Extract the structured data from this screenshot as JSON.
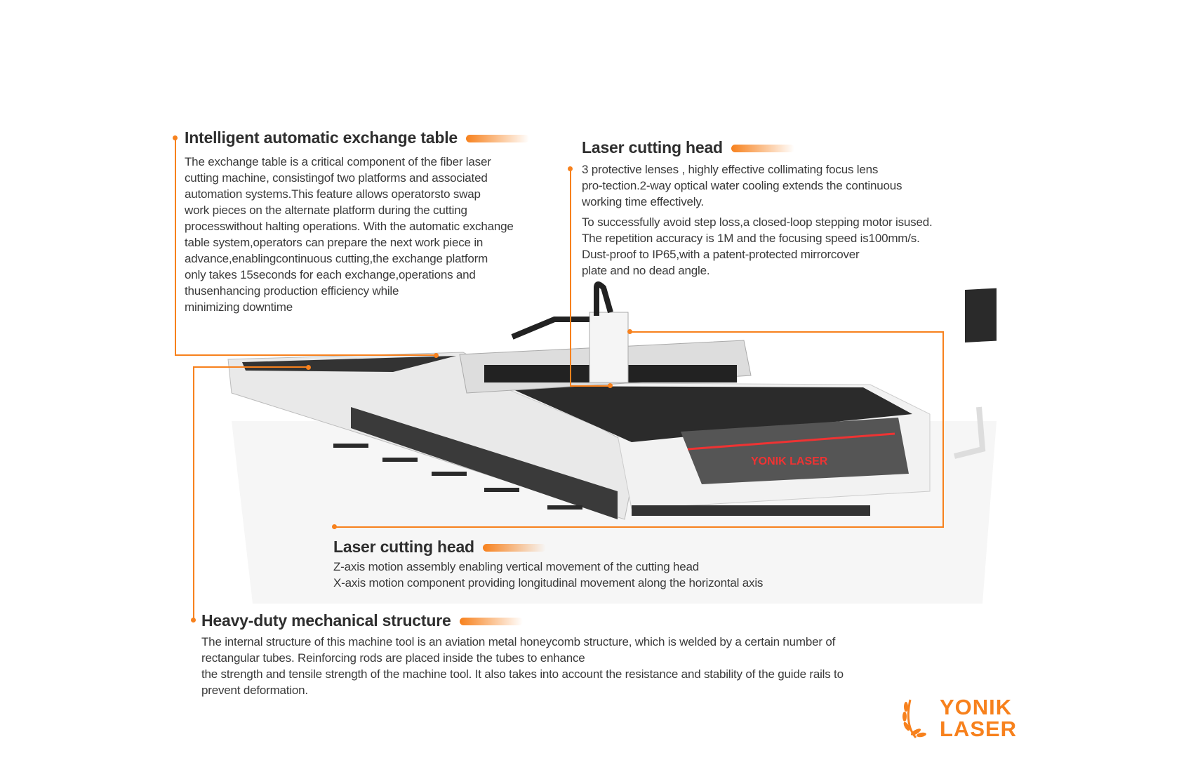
{
  "sections": [
    {
      "title": "Intelligent automatic exchange table",
      "lines": [
        "The exchange table is a critical component of the fiber laser",
        "cutting machine, consistingof two platforms and associated",
        "automation systems.This feature allows operatorsto swap",
        "work pieces on the alternate platform during the cutting",
        "processwithout halting operations. With the automatic exchange",
        "table system,operators can prepare the next work piece in",
        "advance,enablingcontinuous cutting,the exchange platform",
        "only takes 15seconds for each exchange,operations and",
        "thusenhancing production efficiency while",
        "minimizing downtime"
      ]
    },
    {
      "title": "Laser cutting head",
      "lines": [
        "3 protective lenses , highly effective collimating focus lens",
        "pro-tection.2-way optical water cooling extends the continuous",
        "working time effectively."
      ],
      "lines2": [
        "To successfully avoid step loss,a closed-loop stepping motor isused.",
        "The repetition accuracy is 1M and the focusing speed is100mm/s.",
        "Dust-proof to IP65,with a patent-protected mirrorcover",
        "plate and no dead angle."
      ]
    },
    {
      "title": "Laser cutting head",
      "lines": [
        "Z-axis motion assembly enabling vertical movement of the cutting head",
        "X-axis motion component providing longitudinal movement along the horizontal axis"
      ]
    },
    {
      "title": "Heavy-duty mechanical structure",
      "lines": [
        "The internal structure of this machine tool is an aviation metal honeycomb structure, which is welded by a certain number of",
        "rectangular tubes. Reinforcing rods are placed inside the tubes to enhance",
        "the strength and tensile strength of the machine tool. It also takes into account the resistance and stability of the guide rails to",
        "prevent deformation."
      ]
    }
  ],
  "machine": {
    "brand_label": "YONIK LASER"
  },
  "logo": {
    "line1": "YONIK",
    "line2": "LASER"
  },
  "colors": {
    "accent": "#f7811d"
  }
}
